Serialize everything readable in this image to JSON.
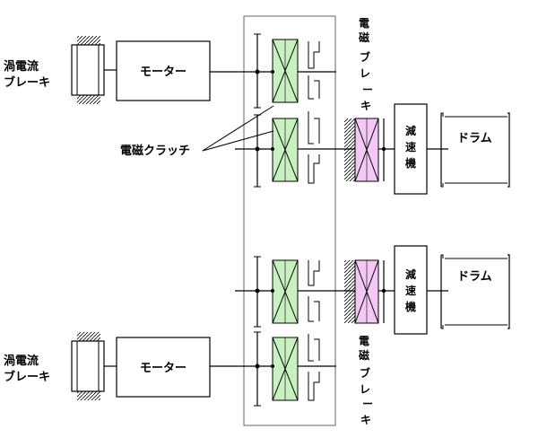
{
  "colors": {
    "clutch_fill": "#c8f0c0",
    "brake_fill": "#f4c8f4",
    "line": "#000000",
    "frame": "#666666"
  },
  "labels": {
    "eddy_brake_top": [
      "渦電流",
      "ブレーキ"
    ],
    "eddy_brake_bottom": [
      "渦電流",
      "ブレーキ"
    ],
    "motor_top": "モーター",
    "motor_bottom": "モーター",
    "clutch": "電磁クラッチ",
    "brake_top_vertical": [
      "電",
      "磁",
      "ブ",
      "レ",
      "ー",
      "キ"
    ],
    "brake_bottom_vertical": [
      "電",
      "磁",
      "ブ",
      "レ",
      "ー",
      "キ"
    ],
    "reducer_top_vertical": [
      "減",
      "速",
      "機"
    ],
    "reducer_bottom_vertical": [
      "減",
      "速",
      "機"
    ],
    "drum_top": "ドラム",
    "drum_bottom": "ドラム"
  }
}
